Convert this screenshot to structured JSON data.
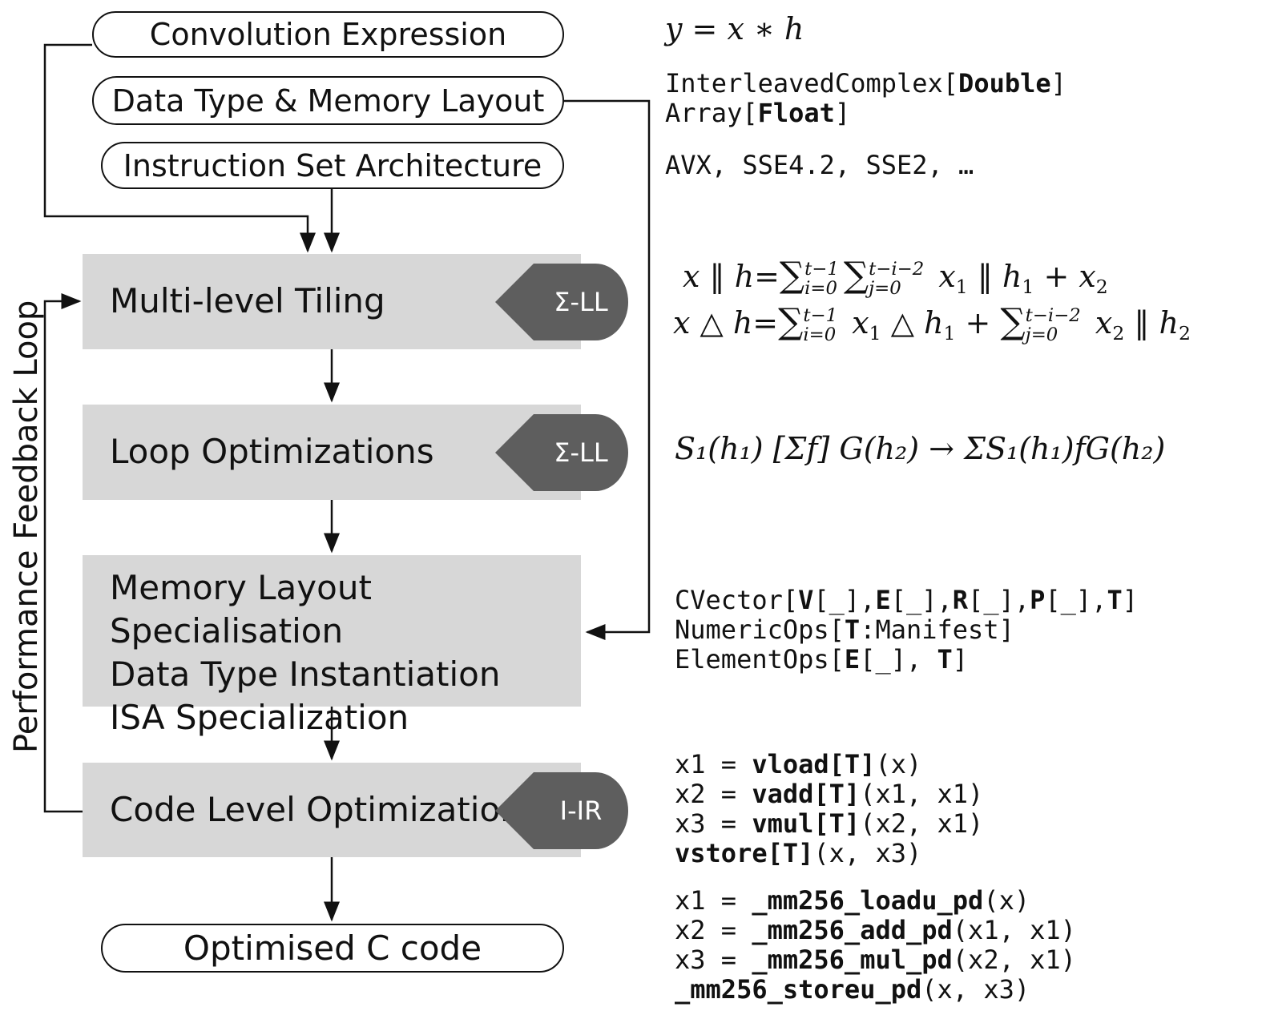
{
  "inputs": {
    "conv_expr": "Convolution Expression",
    "datatype": "Data Type & Memory Layout",
    "isa": "Instruction Set Architecture"
  },
  "stages": {
    "tiling": {
      "label": "Multi-level Tiling",
      "tag": "Σ-LL"
    },
    "loopopt": {
      "label": "Loop Optimizations",
      "tag": "Σ-LL"
    },
    "special": {
      "lines": [
        "Memory Layout Specialisation",
        "Data Type Instantiation",
        "ISA Specialization"
      ]
    },
    "codelevel": {
      "label": "Code Level Optimization",
      "tag": "I-IR"
    }
  },
  "output": {
    "label": "Optimised C code"
  },
  "feedback": {
    "label": "Performance Feedback Loop"
  },
  "annotations": {
    "conv_formula": "y = x ∗ h",
    "datatype_line1_pre": "InterleavedComplex[",
    "datatype_line1_bold": "Double",
    "datatype_line1_post": "]",
    "datatype_line2_pre": "Array[",
    "datatype_line2_bold": "Float",
    "datatype_line2_post": "]",
    "isa_list": "AVX, SSE4.2, SSE2, …",
    "loop_formula": "S₁(h₁) [Σf] G(h₂) → ΣS₁(h₁)fG(h₂)"
  },
  "colors": {
    "stage_fill": "#d7d7d7",
    "tag_fill": "#5e5e5e",
    "line": "#111111"
  }
}
